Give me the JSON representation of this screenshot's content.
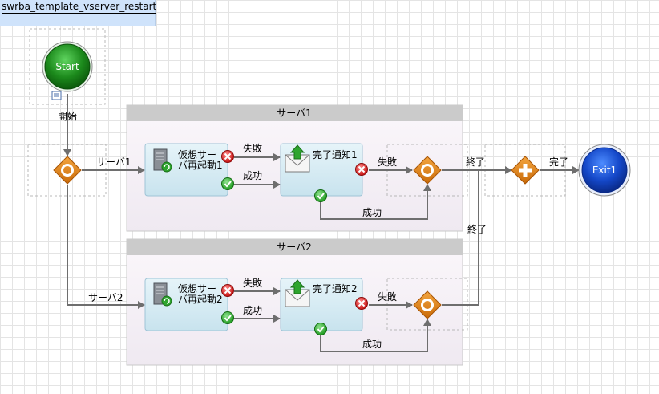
{
  "workflow": {
    "name": "swrba_template_vserver_restart"
  },
  "nodes": {
    "start": "Start",
    "exit": "Exit1"
  },
  "lanes": [
    {
      "title": "サーバ1",
      "restart_task": {
        "line1": "仮想サー",
        "line2": "バ再起動1"
      },
      "notify_task": {
        "label": "完了通知1"
      }
    },
    {
      "title": "サーバ2",
      "restart_task": {
        "line1": "仮想サー",
        "line2": "バ再起動2"
      },
      "notify_task": {
        "label": "完了通知2"
      }
    }
  ],
  "edges": {
    "start_out": "開始",
    "branch_1": "サーバ1",
    "branch_2": "サーバ2",
    "fail": "失敗",
    "success": "成功",
    "end": "終了",
    "complete": "完了"
  },
  "colors": {
    "start_green": "#1c8a1c",
    "exit_blue": "#1447c8",
    "gateway_orange": "#e07a10",
    "task_fill": "#d5ebf3",
    "lane_header": "#cbcbcb",
    "title_bar": "#cfe3fb"
  },
  "icons": [
    "server-restart-icon",
    "mail-upload-icon",
    "error-icon",
    "success-icon",
    "timer-icon"
  ]
}
